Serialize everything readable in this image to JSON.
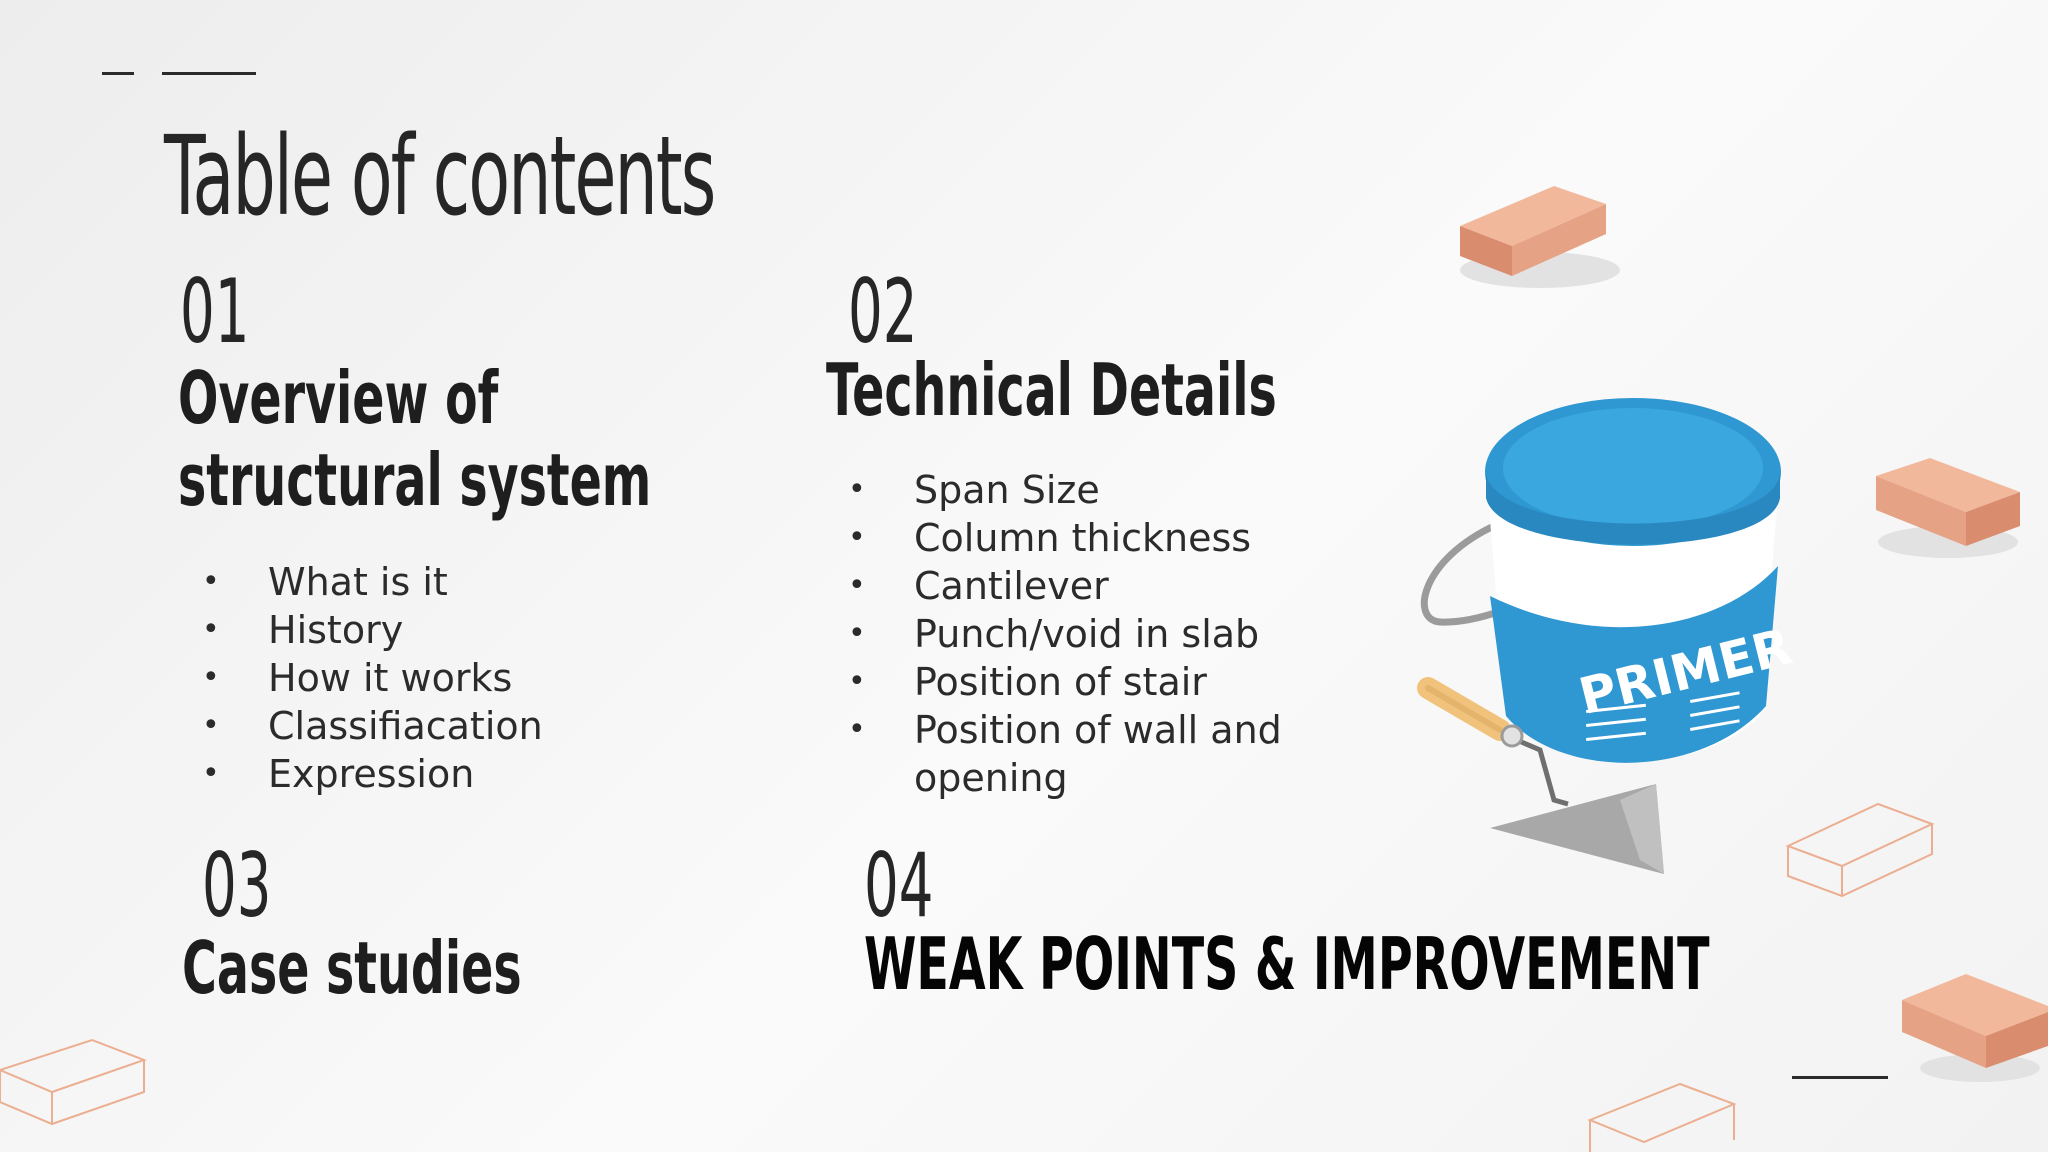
{
  "title": "Table of contents",
  "sections": [
    {
      "number": "01",
      "heading_lines": [
        "Overview of",
        "structural system"
      ],
      "items": [
        "What is it",
        "History",
        "How it works",
        "Classifiacation",
        "Expression"
      ]
    },
    {
      "number": "02",
      "heading": "Technical Details",
      "items": [
        "Span Size",
        "Column thickness",
        "Cantilever",
        "Punch/void in slab",
        "Position of stair",
        "Position of wall and",
        "opening"
      ]
    },
    {
      "number": "03",
      "heading": "Case studies"
    },
    {
      "number": "04",
      "heading": "WEAK POINTS & IMPROVEMENT"
    }
  ],
  "illustration": {
    "bucket_label": "PRIMER",
    "colors": {
      "bucket_blue": "#2f97d1",
      "brick": "#e6a285",
      "brick_outline": "#ecae90",
      "trowel_handle": "#f0c27b",
      "trowel_blade": "#a8a8a8"
    }
  }
}
